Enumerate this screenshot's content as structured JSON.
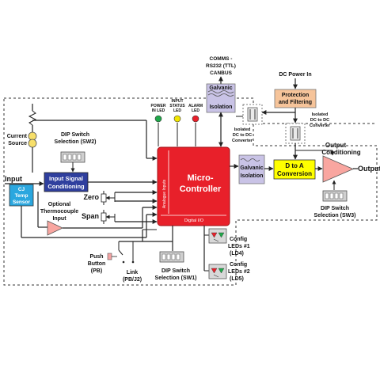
{
  "labels": {
    "comms_title_1": "COMMS -",
    "comms_title_2": "RS232 (TTL)",
    "comms_title_3": "CANBUS",
    "galvanic_top_1": "Galvanic",
    "galvanic_top_2": "Isolation",
    "dc_power_in": "DC Power In",
    "protection_1": "Protection",
    "protection_2": "and Filtering",
    "power_in_led_1": "POWER",
    "power_in_led_2": "IN LED",
    "input_status_led_1": "INPUT",
    "input_status_led_2": "STATUS",
    "input_status_led_3": "LED",
    "alarm_led_1": "ALARM",
    "alarm_led_2": "LED",
    "iso_dcdc_left_1": "Isolated",
    "iso_dcdc_left_2": "DC to DC",
    "iso_dcdc_left_3": "Converter",
    "iso_dcdc_right_1": "Isolated",
    "iso_dcdc_right_2": "DC to DC",
    "iso_dcdc_right_3": "Converter",
    "current_source_1": "Current",
    "current_source_2": "Source",
    "dip_sw2_1": "DIP Switch",
    "dip_sw2_2": "Selection (SW2)",
    "input": "Input",
    "input_cond_1": "Input Signal",
    "input_cond_2": "Conditioning",
    "cj_1": "CJ",
    "cj_2": "Temp",
    "cj_3": "Sensor",
    "thermo_1": "Optional",
    "thermo_2": "Thermocouple",
    "thermo_3": "Input",
    "zero": "Zero",
    "span": "Span",
    "micro_1": "Micro-",
    "micro_2": "Controller",
    "analogue_inputs": "Analogue Inputs",
    "digital_io": "Digital I/O",
    "galvanic_mid_1": "Galvanic",
    "galvanic_mid_2": "Isolation",
    "d_to_a_1": "D to A",
    "d_to_a_2": "Conversion",
    "output_cond_1": "Output",
    "output_cond_2": "Conditioning",
    "output": "Output",
    "dip_sw3_1": "DIP Switch",
    "dip_sw3_2": "Selection (SW3)",
    "push_button_1": "Push",
    "push_button_2": "Button",
    "push_button_3": "(PB)",
    "link_1": "Link",
    "link_2": "(PB/J2)",
    "dip_sw1_1": "DIP Switch",
    "dip_sw1_2": "Selection (SW1)",
    "config_ld4_1": "Config",
    "config_ld4_2": "LEDs #1",
    "config_ld4_3": "(LD4)",
    "config_ld5_1": "Config",
    "config_ld5_2": "LEDs #2",
    "config_ld5_3": "(LD5)"
  },
  "colors": {
    "microcontroller": "#e8202a",
    "protection": "#f6c49a",
    "d_to_a": "#ffff00",
    "output_amp": "#f9a6a0",
    "input_cond": "#2f3f9e",
    "cj_sensor": "#2aa7df",
    "thermo_amp": "#f9a6a0",
    "galvanic": "#c9c3e6",
    "led_power": "#20a84a",
    "led_status": "#f2e600",
    "led_alarm": "#e8202a",
    "current_source": "#f7df6a"
  }
}
